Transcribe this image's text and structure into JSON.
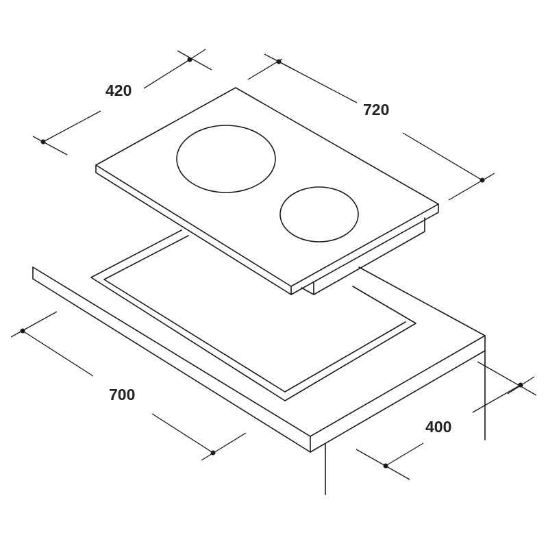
{
  "dimensions": {
    "hob_depth": "420",
    "hob_width": "720",
    "cutout_width": "700",
    "cutout_depth": "400"
  }
}
